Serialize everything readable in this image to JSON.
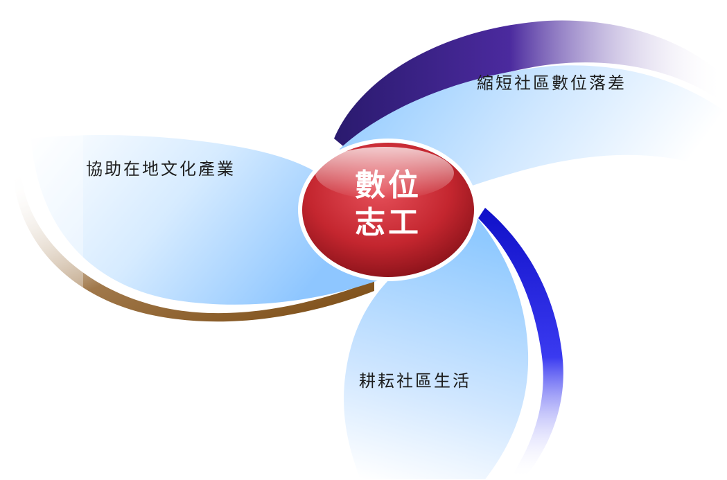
{
  "center": {
    "line1": "數位",
    "line2": "志工"
  },
  "petals": {
    "top_right": "縮短社區數位落差",
    "left": "協助在地文化產業",
    "bottom": "耕耘社區生活"
  },
  "colors": {
    "sky_blue": "#9fd0ff",
    "purple": "#4b2a9e",
    "brown": "#8a5a24",
    "blue": "#1a1ae6",
    "center_red": "#c8323a"
  }
}
